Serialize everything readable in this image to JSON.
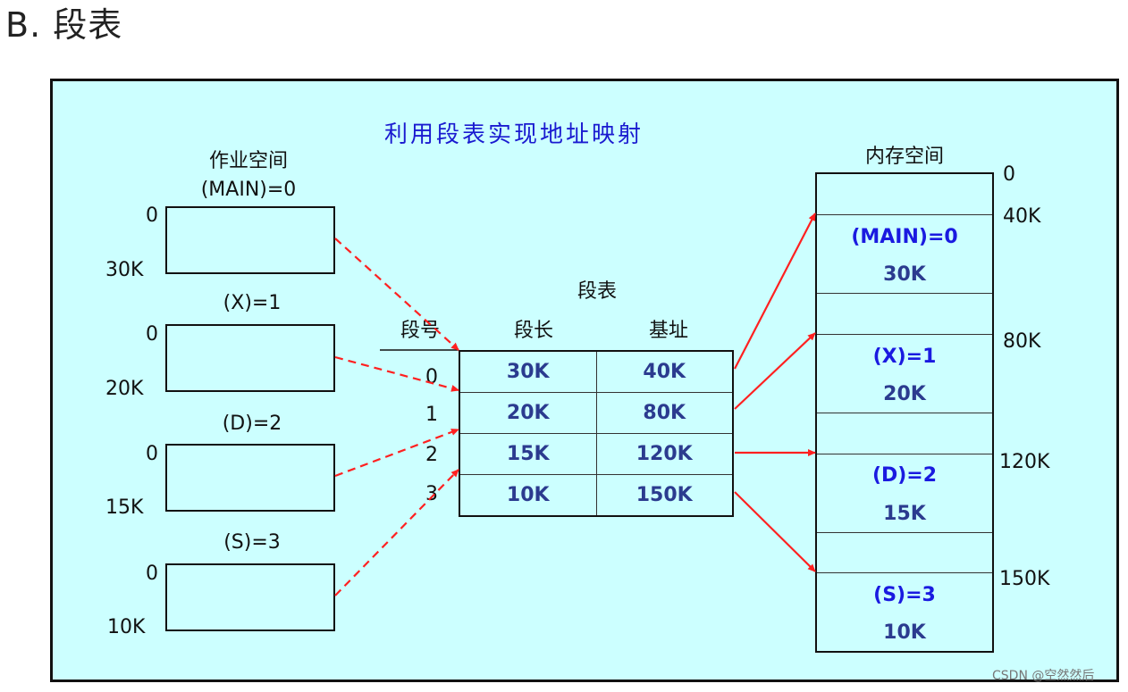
{
  "heading": "B. 段表",
  "title": "利用段表实现地址映射",
  "job_space": {
    "label": "作业空间",
    "segments": [
      {
        "name": "(MAIN)=0",
        "start": "0",
        "end": "30K"
      },
      {
        "name": "(X)=1",
        "start": "0",
        "end": "20K"
      },
      {
        "name": "(D)=2",
        "start": "0",
        "end": "15K"
      },
      {
        "name": "(S)=3",
        "start": "0",
        "end": "10K"
      }
    ]
  },
  "segment_table": {
    "title": "段表",
    "col_number": "段号",
    "col_length": "段长",
    "col_base": "基址",
    "rows": [
      {
        "num": "0",
        "length": "30K",
        "base": "40K"
      },
      {
        "num": "1",
        "length": "20K",
        "base": "80K"
      },
      {
        "num": "2",
        "length": "15K",
        "base": "120K"
      },
      {
        "num": "3",
        "length": "10K",
        "base": "150K"
      }
    ]
  },
  "memory": {
    "label": "内存空间",
    "addresses": [
      "0",
      "40K",
      "80K",
      "120K",
      "150K"
    ],
    "blocks": [
      {
        "name": "(MAIN)=0",
        "size": "30K"
      },
      {
        "name": "(X)=1",
        "size": "20K"
      },
      {
        "name": "(D)=2",
        "size": "15K"
      },
      {
        "name": "(S)=3",
        "size": "10K"
      }
    ]
  },
  "colors": {
    "panel": "#ccffff",
    "arrow": "#ff2020",
    "title": "#1a1ad0",
    "block_name": "#1a1ae0",
    "value": "#2b3b8f"
  },
  "watermark": "CSDN @空然然后"
}
